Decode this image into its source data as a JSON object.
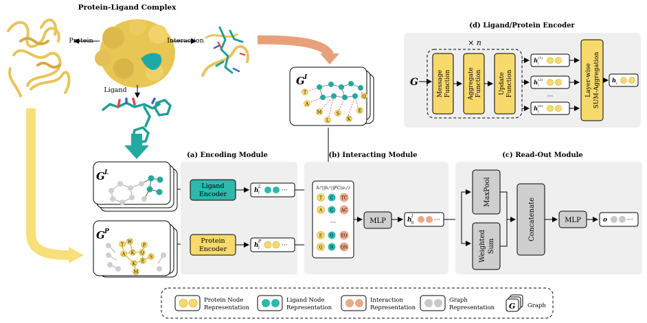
{
  "top": {
    "complex_title": "Protein-Ligand Complex",
    "protein_label": "Protein",
    "interaction_label": "Interaction",
    "ligand_label": "Ligand"
  },
  "graphs": {
    "gi_main": "G",
    "gi_sup": "I",
    "gl_main": "G",
    "gl_sup": "L",
    "gp_main": "G",
    "gp_sup": "P"
  },
  "gi_nodes": [
    "T",
    "A",
    "M",
    "L",
    "S",
    "K",
    "E",
    "Q"
  ],
  "gp_nodes": [
    "T",
    "W",
    "P",
    "A",
    "K",
    "Q",
    "E",
    "K",
    "S",
    "M"
  ],
  "sections": {
    "encoding": "(a) Encoding Module",
    "interacting": "(b) Interacting Module",
    "readout": "(c) Read-Out Module",
    "encoder_detail": "(d) Ligand/Protein Encoder"
  },
  "encoding": {
    "ligand_encoder": [
      "Ligand",
      "Encoder"
    ],
    "protein_encoder": [
      "Protein",
      "Encoder"
    ],
    "h_lig": "h",
    "h_lig_sub": "i",
    "h_lig_sup": "L",
    "h_pro": "h",
    "h_pro_sub": "i",
    "h_pro_sup": "P",
    "dots": "···"
  },
  "interacting": {
    "concat_label": "hᵢᴾ||hⱼᴸ||FC(eᵢⱼᴵ)",
    "rows": [
      [
        "T",
        "C",
        "TC"
      ],
      [
        "A",
        "C",
        "AC"
      ],
      [
        "E",
        "O",
        "EO"
      ],
      [
        "Q",
        "N",
        "QN"
      ]
    ],
    "ellipsis": "···",
    "mlp": "MLP",
    "h_ij": "h",
    "h_ij_sub": "ij",
    "h_ij_sup": "I",
    "dots": "···"
  },
  "readout": {
    "maxpool": "MaxPool",
    "weighted_sum": [
      "Weighted",
      "Sum"
    ],
    "concatenate": "Concatenate",
    "mlp": "MLP",
    "o": "o",
    "dots": "···"
  },
  "encoder_detail": {
    "g": "G",
    "times_n": "× n",
    "message": [
      "Message",
      "Function"
    ],
    "aggregate": [
      "Aggregate",
      "Function"
    ],
    "update": [
      "Update",
      "Function"
    ],
    "h1": "(1)",
    "h2": "(2)",
    "hn": "(n)",
    "h_base": "h",
    "h_sub": "i",
    "layerwise": [
      "Layer-wise",
      "SUM-Aggregation"
    ],
    "h_final": "h",
    "dots": "···"
  },
  "legend": {
    "protein_node": [
      "Protein Node",
      "Representation"
    ],
    "ligand_node": [
      "Ligand Node",
      "Representation"
    ],
    "interaction": [
      "Interaction",
      "Representation"
    ],
    "graph_rep": [
      "Graph",
      "Representation"
    ],
    "graph_icon": "G",
    "graph": "Graph"
  },
  "colors": {
    "protein": "#F7DA6B",
    "protein_stroke": "#C9A42A",
    "ligand": "#2EB8AE",
    "ligand_dark": "#1F8F88",
    "interaction": "#EBA889",
    "graph": "#C8C8C8",
    "module_bg": "#EFEFEF",
    "arrow_orange": "#E8A07A",
    "arrow_yellow": "#F7DF79",
    "arrow_teal": "#23A99F"
  }
}
